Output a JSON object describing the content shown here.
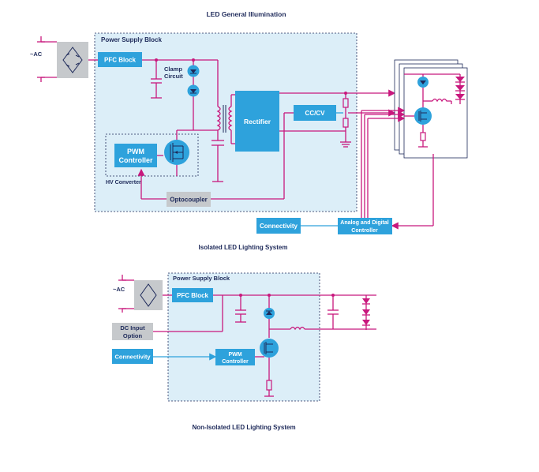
{
  "diagram1": {
    "title": "LED General Illumination",
    "supply_block": "Power Supply Block",
    "ac_label": "~AC",
    "pfc": "PFC Block",
    "clamp_line1": "Clamp",
    "clamp_line2": "Circuit",
    "rectifier": "Rectifier",
    "cccv": "CC/CV",
    "pwm_line1": "PWM",
    "pwm_line2": "Controller",
    "hv_converter": "HV Converter",
    "optocoupler": "Optocoupler",
    "connectivity": "Connectivity",
    "adc_line1": "Analog and Digital",
    "adc_line2": "Controller",
    "caption": "Isolated LED Lighting System"
  },
  "diagram2": {
    "supply_block": "Power Supply Block",
    "ac_label": "~AC",
    "pfc": "PFC Block",
    "dc_line1": "DC Input",
    "dc_line2": "Option",
    "connectivity": "Connectivity",
    "pwm_line1": "PWM",
    "pwm_line2": "Controller",
    "caption": "Non-Isolated LED Lighting System"
  },
  "colors": {
    "block_blue": "#2ea2dc",
    "wire_magenta": "#c8187d",
    "region_fill": "#dceef8",
    "label_navy": "#1e2a5a",
    "gray_block": "#c6c9cc"
  }
}
